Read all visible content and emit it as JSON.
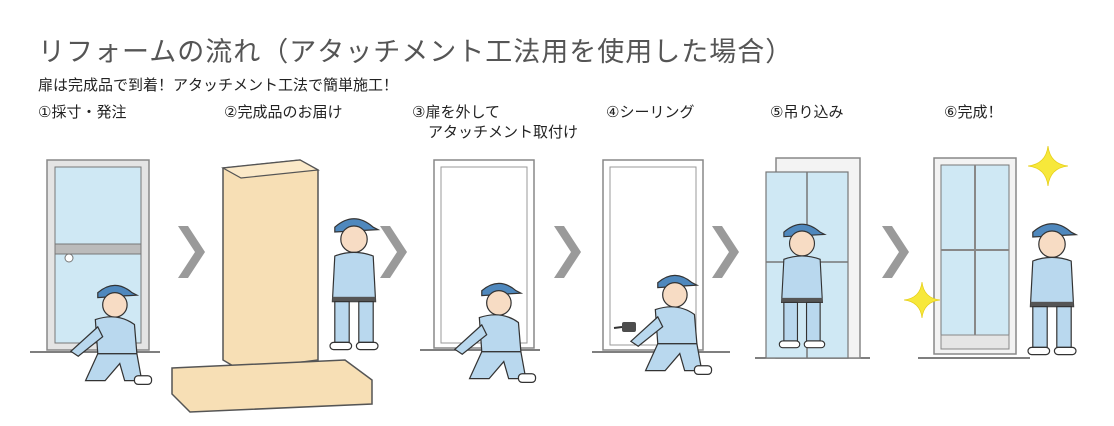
{
  "title": "リフォームの流れ（アタッチメント工法用を使用した場合）",
  "subtitle": "扉は完成品で到着！アタッチメント工法で簡単施工！",
  "steps": [
    {
      "line1": "①採寸・発注",
      "line2": ""
    },
    {
      "line1": "②完成品のお届け",
      "line2": ""
    },
    {
      "line1": "③扉を外して",
      "line2": "アタッチメント取付け"
    },
    {
      "line1": "④シーリング",
      "line2": ""
    },
    {
      "line1": "⑤吊り込み",
      "line2": ""
    },
    {
      "line1": "⑥完成！",
      "line2": ""
    }
  ],
  "colors": {
    "frame": "#a7a7a7",
    "glass": "#cfe8f4",
    "uniform": "#b9d8ee",
    "uniform_dark": "#8fb6d6",
    "cap": "#4f88bd",
    "skin": "#f7dcc4",
    "box": "#f7dfb5",
    "box_edge": "#e3c08a",
    "arrow": "#9a9a9a",
    "sparkle": "#f7e83a"
  },
  "icons": [
    "chevron-arrow-icon",
    "sparkle-icon",
    "drill-icon"
  ]
}
